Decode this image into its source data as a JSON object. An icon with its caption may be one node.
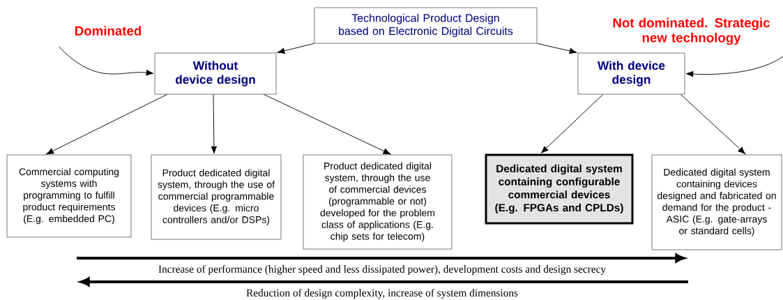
{
  "diagram": {
    "nodes": [
      {
        "text": [
          "Technological Product Design based on Electronic Digital Circuits"
        ]
      },
      {
        "text": [
          "Without device design"
        ]
      },
      {
        "text": [
          "With device design"
        ]
      },
      {
        "text": [
          "Commercial computing systems with programming to fulfill product requirements (E.g. embedded PC)"
        ]
      },
      {
        "text": [
          "Product dedicated digital system, through the use of commercial programmable devices (E.g. micro controllers and/or DSPs)"
        ]
      },
      {
        "text": [
          "Product dedicated digital system, through the use of commercial devices (programmable or not) developed for the problem class of applications (E.g. chip sets for telecom)"
        ]
      },
      {
        "text": [
          "Dedicated digital system containing configurable commercial devices (E.g. FPGAs and CPLDs)"
        ]
      },
      {
        "text": [
          "Dedicated digital system containing devices designed and fabricated on demand for the product - ASIC (E.g. gate-arrays or standard cells)"
        ]
      },
      {
        "text": [
          "Dominated"
        ]
      },
      {
        "text": [
          "Not dominated. Strategic new technology"
        ]
      }
    ],
    "edges": [
      {
        "from": 0,
        "to": 1,
        "arrow": "to"
      },
      {
        "from": 0,
        "to": 2,
        "arrow": "to"
      },
      {
        "from": 1,
        "to": 3,
        "arrow": "to"
      },
      {
        "from": 1,
        "to": 4,
        "arrow": "to"
      },
      {
        "from": 1,
        "to": 5,
        "arrow": "to"
      },
      {
        "from": 2,
        "to": 6,
        "arrow": "to"
      },
      {
        "from": 2,
        "to": 7,
        "arrow": "to"
      },
      {
        "from": 8,
        "to": 1,
        "arrow": "to"
      },
      {
        "from": 9,
        "to": 2,
        "arrow": "to"
      }
    ],
    "labels": [
      "Increase of performance (higher speed and less dissipated power), development costs and design secrecy",
      "Reduction of design complexity, increase of system dimensions"
    ]
  }
}
